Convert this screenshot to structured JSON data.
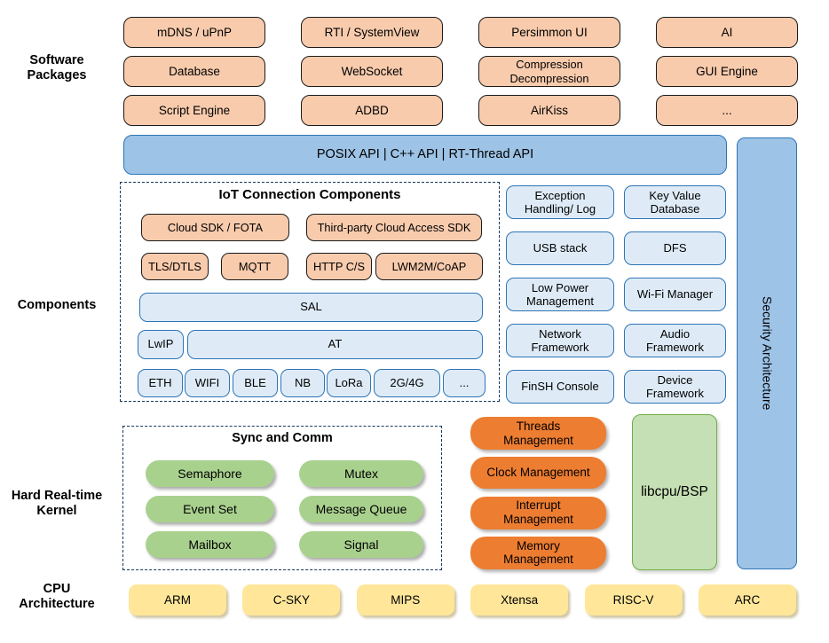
{
  "section_labels": {
    "software_packages": "Software\nPackages",
    "components": "Components",
    "kernel": "Hard Real-time\nKernel",
    "cpu": "CPU\nArchitecture"
  },
  "software_packages": {
    "boxes": [
      "mDNS / uPnP",
      "RTI / SystemView",
      "Persimmon UI",
      "AI",
      "Database",
      "WebSocket",
      "Compression\nDecompression",
      "GUI Engine",
      "Script Engine",
      "ADBD",
      "AirKiss",
      "..."
    ]
  },
  "api_bar": {
    "label": "POSIX API  |  C++ API  |  RT-Thread API"
  },
  "iot": {
    "title": "IoT Connection Components",
    "cloud_sdk": "Cloud SDK / FOTA",
    "third_party": "Third-party Cloud Access SDK",
    "protocols": [
      "TLS/DTLS",
      "MQTT",
      "HTTP C/S",
      "LWM2M/CoAP"
    ],
    "sal": "SAL",
    "lwip": "LwIP",
    "at": "AT",
    "links": [
      "ETH",
      "WIFI",
      "BLE",
      "NB",
      "LoRa",
      "2G/4G",
      "..."
    ]
  },
  "services": [
    "Exception\nHandling/ Log",
    "Key Value\nDatabase",
    "USB stack",
    "DFS",
    "Low Power\nManagement",
    "Wi-Fi Manager",
    "Network\nFramework",
    "Audio\nFramework",
    "FinSH Console",
    "Device\nFramework"
  ],
  "security_bar": {
    "label": "Security Architecture"
  },
  "kernel": {
    "sync_title": "Sync and Comm",
    "sync_items": [
      "Semaphore",
      "Mutex",
      "Event Set",
      "Message Queue",
      "Mailbox",
      "Signal"
    ],
    "management": [
      "Threads\nManagement",
      "Clock Management",
      "Interrupt\nManagement",
      "Memory\nManagement"
    ],
    "libcpu": "libcpu/BSP"
  },
  "cpu_row": [
    "ARM",
    "C-SKY",
    "MIPS",
    "Xtensa",
    "RISC-V",
    "ARC"
  ],
  "colors": {
    "peach": "#F8CBAD",
    "peach_border": "#1a1a1a",
    "blue": "#9DC3E6",
    "blue_border": "#2E74B5",
    "lightblue": "#DEEBF7",
    "orange": "#ED7D31",
    "green": "#A9D18E",
    "lightgreen": "#C5E0B4",
    "green_border": "#70AD47",
    "yellow": "#FFE699",
    "dash_border": "#17375E"
  }
}
